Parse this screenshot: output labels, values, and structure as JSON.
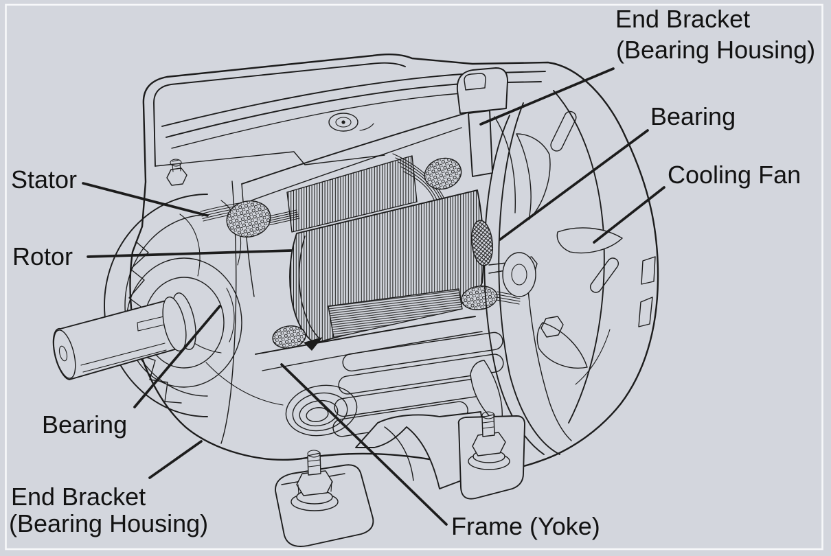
{
  "colors": {
    "background": "#d3d6dd",
    "line": "#1c1c1c",
    "label_text": "#121212",
    "border": "#f7f8fa"
  },
  "labels": {
    "stator": {
      "text": "Stator",
      "leader": [
        121,
        267,
        302,
        314
      ]
    },
    "rotor": {
      "text": "Rotor",
      "leader": [
        128,
        374,
        424,
        365
      ]
    },
    "bearing_left": {
      "text": "Bearing",
      "leader": [
        196,
        593,
        320,
        446
      ]
    },
    "end_bracket_left": {
      "line1": "End Bracket",
      "line2": "(Bearing Housing)",
      "leader": [
        218,
        696,
        293,
        643
      ]
    },
    "frame_yoke": {
      "text": "Frame (Yoke)",
      "leader": [
        650,
        764,
        410,
        531
      ]
    },
    "end_bracket_right": {
      "line1": "End Bracket",
      "line2": "(Bearing Housing)",
      "leader": [
        893,
        100,
        700,
        181
      ]
    },
    "bearing_right": {
      "text": "Bearing",
      "leader": [
        943,
        190,
        728,
        349
      ]
    },
    "cooling_fan": {
      "text": "Cooling Fan",
      "leader": [
        967,
        273,
        865,
        353
      ]
    }
  }
}
